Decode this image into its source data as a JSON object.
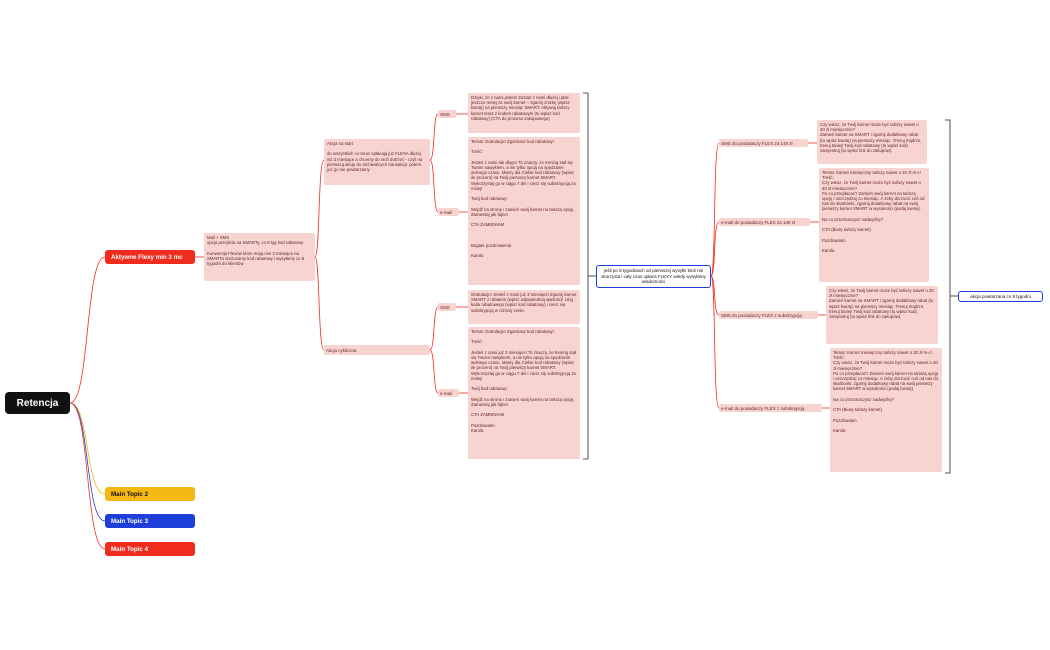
{
  "colors": {
    "root_bg": "#111111",
    "topic_red": "#f02c1e",
    "topic_yellow": "#f3b814",
    "topic_blue": "#1f3fd9",
    "box_bg": "#f8d4d1",
    "box_text": "#5a1f1f",
    "summary_border": "#1f3fd9",
    "line_red": "#f02c1e"
  },
  "root": "Retencja",
  "topics": [
    "Aktywne Flexy min 3 mc",
    "Main Topic 2",
    "Main Topic 3",
    "Main Topic 4"
  ],
  "mail_sms": "Mail + SMS\nopcja przejścia na SMARTy, co 8 tyg kod rabatowy\n\nKonwersja Flexów które mają min 3 miesiące na SMARTa dorzucamy kod rabatowy i wysyłamy co 8 tygodni do klientów",
  "akcja_start": "Akcja na start\n\ndo wszystkich co teraz opłacają już FLEXA dłużej niż 3 miesiące a chcemy do nich dotrzeć - czyli na pierwszą akcję do archiwalnych transakcji- potem już go nie powtarzamy",
  "akcja_cykliczna": "Akcja cykliczna",
  "sms_label": "SMS",
  "email_label": "e-mail",
  "start_sms": "Dzięki, że z nami jesteś! Zostań z nami dłużej i płać jeszcze mniej za swój karnet – zgarnij zniżkę (wpisz kwotę) na pierwszy miesiąc SMART. Aktywuj tańszy karnet teraz z kodem rabatowym (tu wpisz kod rabatowy) (CTA do procesu zakupowego)",
  "start_email": "Temat: Gratulacje! Zgarniasz kod rabatowy!\n\nTreść:\n\nJesteś z nami tak długo! To znaczy, że trening stał się Twoim nawykiem, a nie tylko opcją na spędzanie wolnego czasu. Mamy dla Ciebie kod rabatowy (wpisz ile procent) na Twój pierwszy karnet SMART. Wykorzystaj go w ciągu 7 dni i ciesz się subskrypcją za mniej!\n\nTwój kod rabatowy:\n\nWejdź na stronę i zamień swój karnet na tańszą opcję. Zamieniaj jak fajne!\n\nCTA ZAMIENIAM\n\n\n\nBogate pozdrowienia\n\nKarola",
  "cykl_sms": "Gratulacje! Jesteś z nami już 3 miesiące! Zgarnij karnet SMART z rabatem (wpisz odpowiednią wartość)! Użyj kodu rabatowego (wpisz kod rabatowy) i ciesz się subskrypcją w niższej cenie.",
  "cykl_email": "Temat: Gratulacje! Zgarniasz kod rabatowy!\n\nTreść:\n\nJesteś z nami już 3 miesiące! To znaczy, że trening stał się Twoim nawykiem, a nie tylko opcją na spędzanie wolnego czasu. Mamy dla Ciebie kod rabatowy (wpisz ile procent) na Twój pierwszy karnet SMART. Wykorzystaj go w ciągu 7 dni i ciesz się subskrypcją za mniej!\n\nTwój kod rabatowy:\n\nWejdź na stronę i zamień swój karnet na tańszą opcję. Zamieniaj jak fajne!\n\nCTA ZAMIENIAM\n\nPozdrawiam\nKarola",
  "summary_mid": "jeśli po 8 tygodniach od pierwszej wysyłki ktoś nie skorzysta i cały czas opłaca FLEXY wtedy wysyłamy wiadomości",
  "r_labels": [
    "SMS do posiadaczy FLEX za 149 zł",
    "e-mail do posiadaczy FLEX za 149 zł",
    "SMS do posiadaczy FLEX z subskrypcją",
    "e-mail do posiadaczy FLEX z subskrypcją"
  ],
  "r_sms149": "Czy wiesz, że Twój karnet może być tańszy nawet o 40 zł miesięcznie?\nZamień karnet na SMART i zgarnij dodatkowy rabat (tu wpisz kwotę) na pierwszy miesiąc. Trenuj mądrze, trenuj taniej! Twój kod rabatowy (tu wpisz kod) zarejestruj (tu wpisz link do zakupów).",
  "r_email149": "Temat: Karnet miesięczny tańszy nawet o 40 zł m-c!\nTreść:\nCzy wiesz, że Twój karnet może być tańszy nawet o 40 zł miesięcznie?\nPo co przepłacać? Zamień swój karnet na tańszą opcję i oszczędzaj co miesiąc. A żeby dorzucić coś od nas do skarbonki, zgarnij dodatkowy rabat na swój pierwszy karnet SMART w wysokości (podaj kwotę).\n\nNa co przeznaczysz nadwyżkę?\n\nCTA (Biorę tańszy karnet)\n\nPozdrawiam\n\nKarola",
  "r_smssub": "Czy wiesz, że Twój karnet może być tańszy nawet o 20 zł miesięcznie?\nZamień karnet na SMART i zgarnij dodatkowy rabat (tu wpisz kwotę) na pierwszy miesiąc. Trenuj mądrze, trenuj taniej! Twój kod rabatowy (tu wpisz kod) zarejestruj (tu wpisz link do zakupów).",
  "r_emailsub": "Temat: Karnet miesięczny tańszy nawet o 20 zł m-c!\nTreść:\nCzy wiesz, że Twój karnet może być tańszy nawet o 20 zł miesięcznie?\nPo co przepłacać? Zamień swój karnet na tańszą opcję i oszczędzaj co miesiąc. A żeby dorzucić coś od nas do skarbonki, zgarnij dodatkowy rabat na swój pierwszy karnet SMART w wysokości (podaj kwotę).\n\nNa co przeznaczysz nadwyżkę?\n\nCTA (Biorę tańszy karnet)\n\nPozdrawiam\n\nKarola",
  "summary_right": "akcja powtarzana co 8 tygodni"
}
